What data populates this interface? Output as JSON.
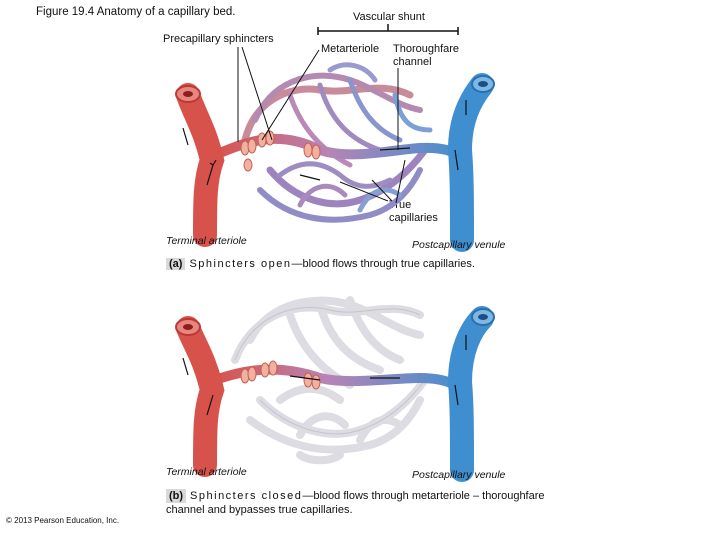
{
  "figure_title": "Figure 19.4 Anatomy of a capillary bed.",
  "labels": {
    "vascular_shunt": "Vascular shunt",
    "precapillary_sphincters": "Precapillary sphincters",
    "metarteriole": "Metarteriole",
    "thoroughfare_channel": "Thoroughfare channel",
    "true_capillaries": "True capillaries"
  },
  "panel_a": {
    "terminal_arteriole": "Terminal arteriole",
    "postcapillary_venule": "Postcapillary venule",
    "caption_letter": "(a)",
    "caption_emphasis": "Sphincters open",
    "caption_rest": "—blood flows through true capillaries."
  },
  "panel_b": {
    "terminal_arteriole": "Terminal arteriole",
    "postcapillary_venule": "Postcapillary venule",
    "caption_letter": "(b)",
    "caption_emphasis": "Sphincters closed",
    "caption_rest": "—blood flows through metarteriole – thoroughfare channel and bypasses true capillaries."
  },
  "copyright": "© 2013 Pearson Education, Inc.",
  "colors": {
    "artery": "#d8524c",
    "artery_dark": "#b83a35",
    "vein": "#3f8fd0",
    "vein_dark": "#2a6fb0",
    "capillary_mixed": "#9a7fb8",
    "capillary_empty": "#e6e6ea"
  }
}
